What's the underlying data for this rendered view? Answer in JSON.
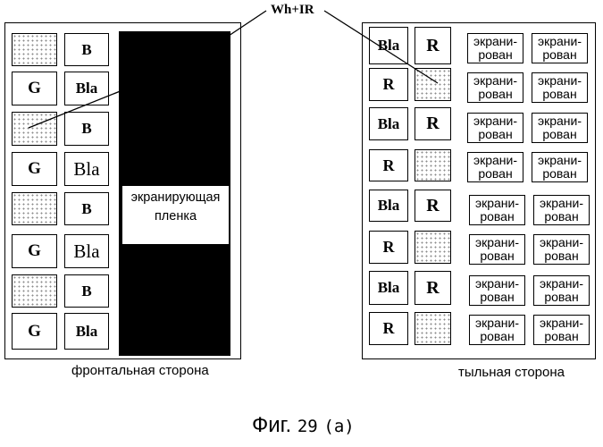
{
  "callout": {
    "label": "Wh+IR"
  },
  "front": {
    "caption": "фронтальная сторона",
    "film_label": "экранирующая\nпленка",
    "rows": [
      [
        "",
        "B"
      ],
      [
        "G",
        "Bla"
      ],
      [
        "",
        "B"
      ],
      [
        "G",
        "Bla"
      ],
      [
        "",
        "B"
      ],
      [
        "G",
        "Bla"
      ],
      [
        "",
        "B"
      ],
      [
        "G",
        "Bla"
      ]
    ]
  },
  "back": {
    "caption": "тыльная сторона",
    "rows": [
      [
        "Bla",
        "R"
      ],
      [
        "R",
        ""
      ],
      [
        "Bla",
        "R"
      ],
      [
        "R",
        ""
      ],
      [
        "Bla",
        "R"
      ],
      [
        "R",
        ""
      ],
      [
        "Bla",
        "R"
      ],
      [
        "R",
        ""
      ]
    ],
    "screened_label": "экрани-\nрован"
  },
  "figure": {
    "prefix": "Фиг.",
    "number": "29",
    "suffix": "(a)"
  }
}
